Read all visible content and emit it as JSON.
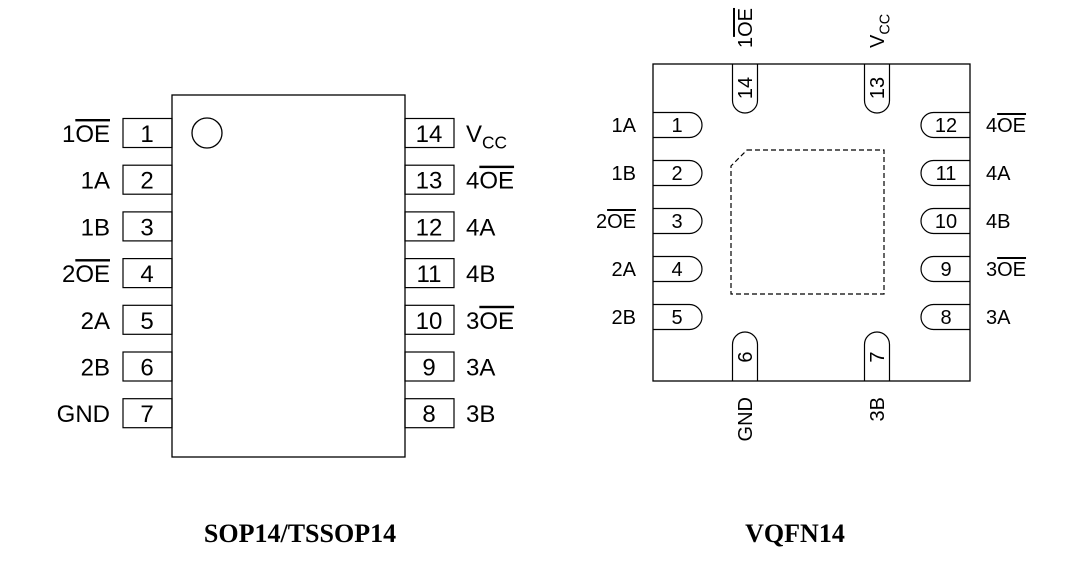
{
  "sop": {
    "title": "SOP14/TSSOP14",
    "left_pins": [
      {
        "num": "1",
        "pre": "1",
        "ov": "OE",
        "post": ""
      },
      {
        "num": "2",
        "pre": "1A",
        "ov": "",
        "post": ""
      },
      {
        "num": "3",
        "pre": "1B",
        "ov": "",
        "post": ""
      },
      {
        "num": "4",
        "pre": "2",
        "ov": "OE",
        "post": ""
      },
      {
        "num": "5",
        "pre": "2A",
        "ov": "",
        "post": ""
      },
      {
        "num": "6",
        "pre": "2B",
        "ov": "",
        "post": ""
      },
      {
        "num": "7",
        "pre": "GND",
        "ov": "",
        "post": ""
      }
    ],
    "right_pins": [
      {
        "num": "14",
        "pre": "V",
        "sub": "CC",
        "ov": "",
        "post": ""
      },
      {
        "num": "13",
        "pre": "4",
        "ov": "OE",
        "post": ""
      },
      {
        "num": "12",
        "pre": "4A",
        "ov": "",
        "post": ""
      },
      {
        "num": "11",
        "pre": "4B",
        "ov": "",
        "post": ""
      },
      {
        "num": "10",
        "pre": "3",
        "ov": "OE",
        "post": ""
      },
      {
        "num": "9",
        "pre": "3A",
        "ov": "",
        "post": ""
      },
      {
        "num": "8",
        "pre": "3B",
        "ov": "",
        "post": ""
      }
    ]
  },
  "vqfn": {
    "title": "VQFN14",
    "left_pins": [
      {
        "num": "1",
        "pre": "1A",
        "ov": "",
        "post": ""
      },
      {
        "num": "2",
        "pre": "1B",
        "ov": "",
        "post": ""
      },
      {
        "num": "3",
        "pre": "2",
        "ov": "OE",
        "post": ""
      },
      {
        "num": "4",
        "pre": "2A",
        "ov": "",
        "post": ""
      },
      {
        "num": "5",
        "pre": "2B",
        "ov": "",
        "post": ""
      }
    ],
    "right_pins": [
      {
        "num": "12",
        "pre": "4",
        "ov": "OE",
        "post": ""
      },
      {
        "num": "11",
        "pre": "4A",
        "ov": "",
        "post": ""
      },
      {
        "num": "10",
        "pre": "4B",
        "ov": "",
        "post": ""
      },
      {
        "num": "9",
        "pre": "3",
        "ov": "OE",
        "post": ""
      },
      {
        "num": "8",
        "pre": "3A",
        "ov": "",
        "post": ""
      }
    ],
    "top_pins": [
      {
        "num": "14",
        "pre": "1",
        "ov": "OE",
        "post": ""
      },
      {
        "num": "13",
        "pre": "V",
        "sub": "CC",
        "ov": "",
        "post": ""
      }
    ],
    "bottom_pins": [
      {
        "num": "6",
        "pre": "GND",
        "ov": "",
        "post": ""
      },
      {
        "num": "7",
        "pre": "3B",
        "ov": "",
        "post": ""
      }
    ]
  }
}
